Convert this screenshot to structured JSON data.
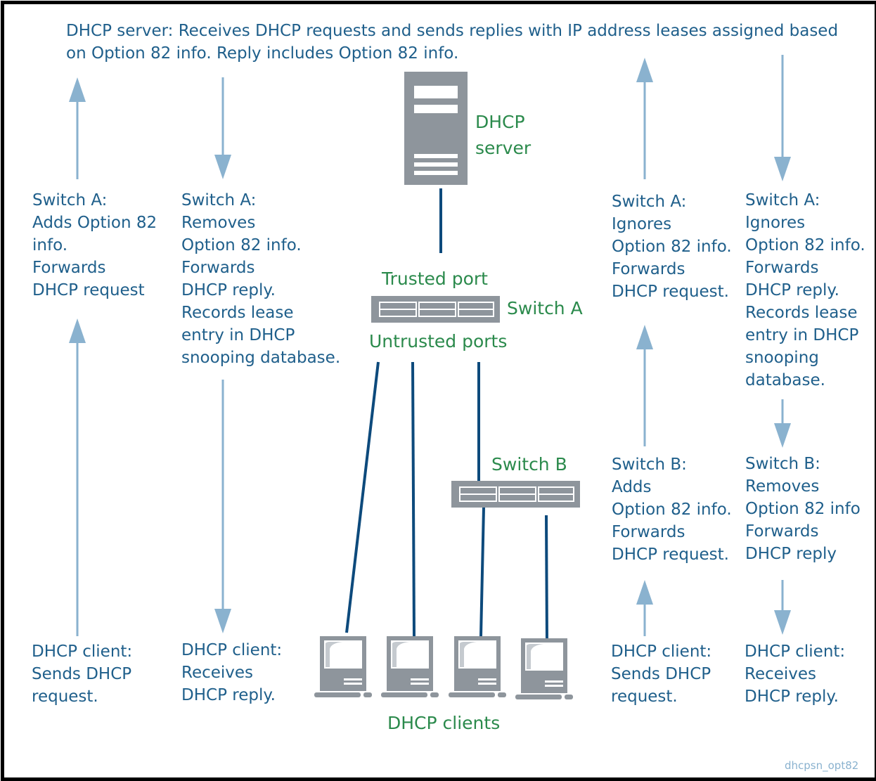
{
  "server_description": "DHCP server:  Receives DHCP requests and sends replies with IP address leases assigned based on Option 82 info.  Reply includes Option 82 info.",
  "device_labels": {
    "dhcp_server": "DHCP\nserver",
    "trusted_port": "Trusted port",
    "switch_a": "Switch A",
    "untrusted_ports": "Untrusted ports",
    "switch_b": "Switch B",
    "dhcp_clients": "DHCP clients"
  },
  "left_flow": {
    "request_switch_a": "Switch A:\nAdds Option 82\ninfo.\nForwards\nDHCP request",
    "client_request": "DHCP client:\nSends DHCP\nrequest.",
    "reply_switch_a": "Switch A:\nRemoves\nOption 82 info.\nForwards\nDHCP reply.\nRecords lease\nentry in DHCP\nsnooping database.",
    "client_reply": "DHCP client:\nReceives\nDHCP reply."
  },
  "right_flow": {
    "request_switch_a": "Switch A:\nIgnores\nOption 82 info.\nForwards\nDHCP request.",
    "request_switch_b": "Switch B:\nAdds\nOption 82 info.\nForwards\nDHCP request.",
    "client_request": "DHCP client:\nSends DHCP\nrequest.",
    "reply_switch_a": "Switch A:\nIgnores\nOption 82 info.\nForwards\nDHCP reply.\nRecords lease\nentry in DHCP\nsnooping\ndatabase.",
    "reply_switch_b": "Switch B:\nRemoves\nOption 82 info\nForwards\nDHCP reply",
    "client_reply": "DHCP client:\nReceives\nDHCP reply."
  },
  "credit": "dhcpsn_opt82",
  "colors": {
    "text_blue": "#1f5f8b",
    "label_green": "#2b8a4c",
    "arrow": "#8ab2cf",
    "link": "#0d4a7c",
    "device_gray": "#8e959c"
  }
}
